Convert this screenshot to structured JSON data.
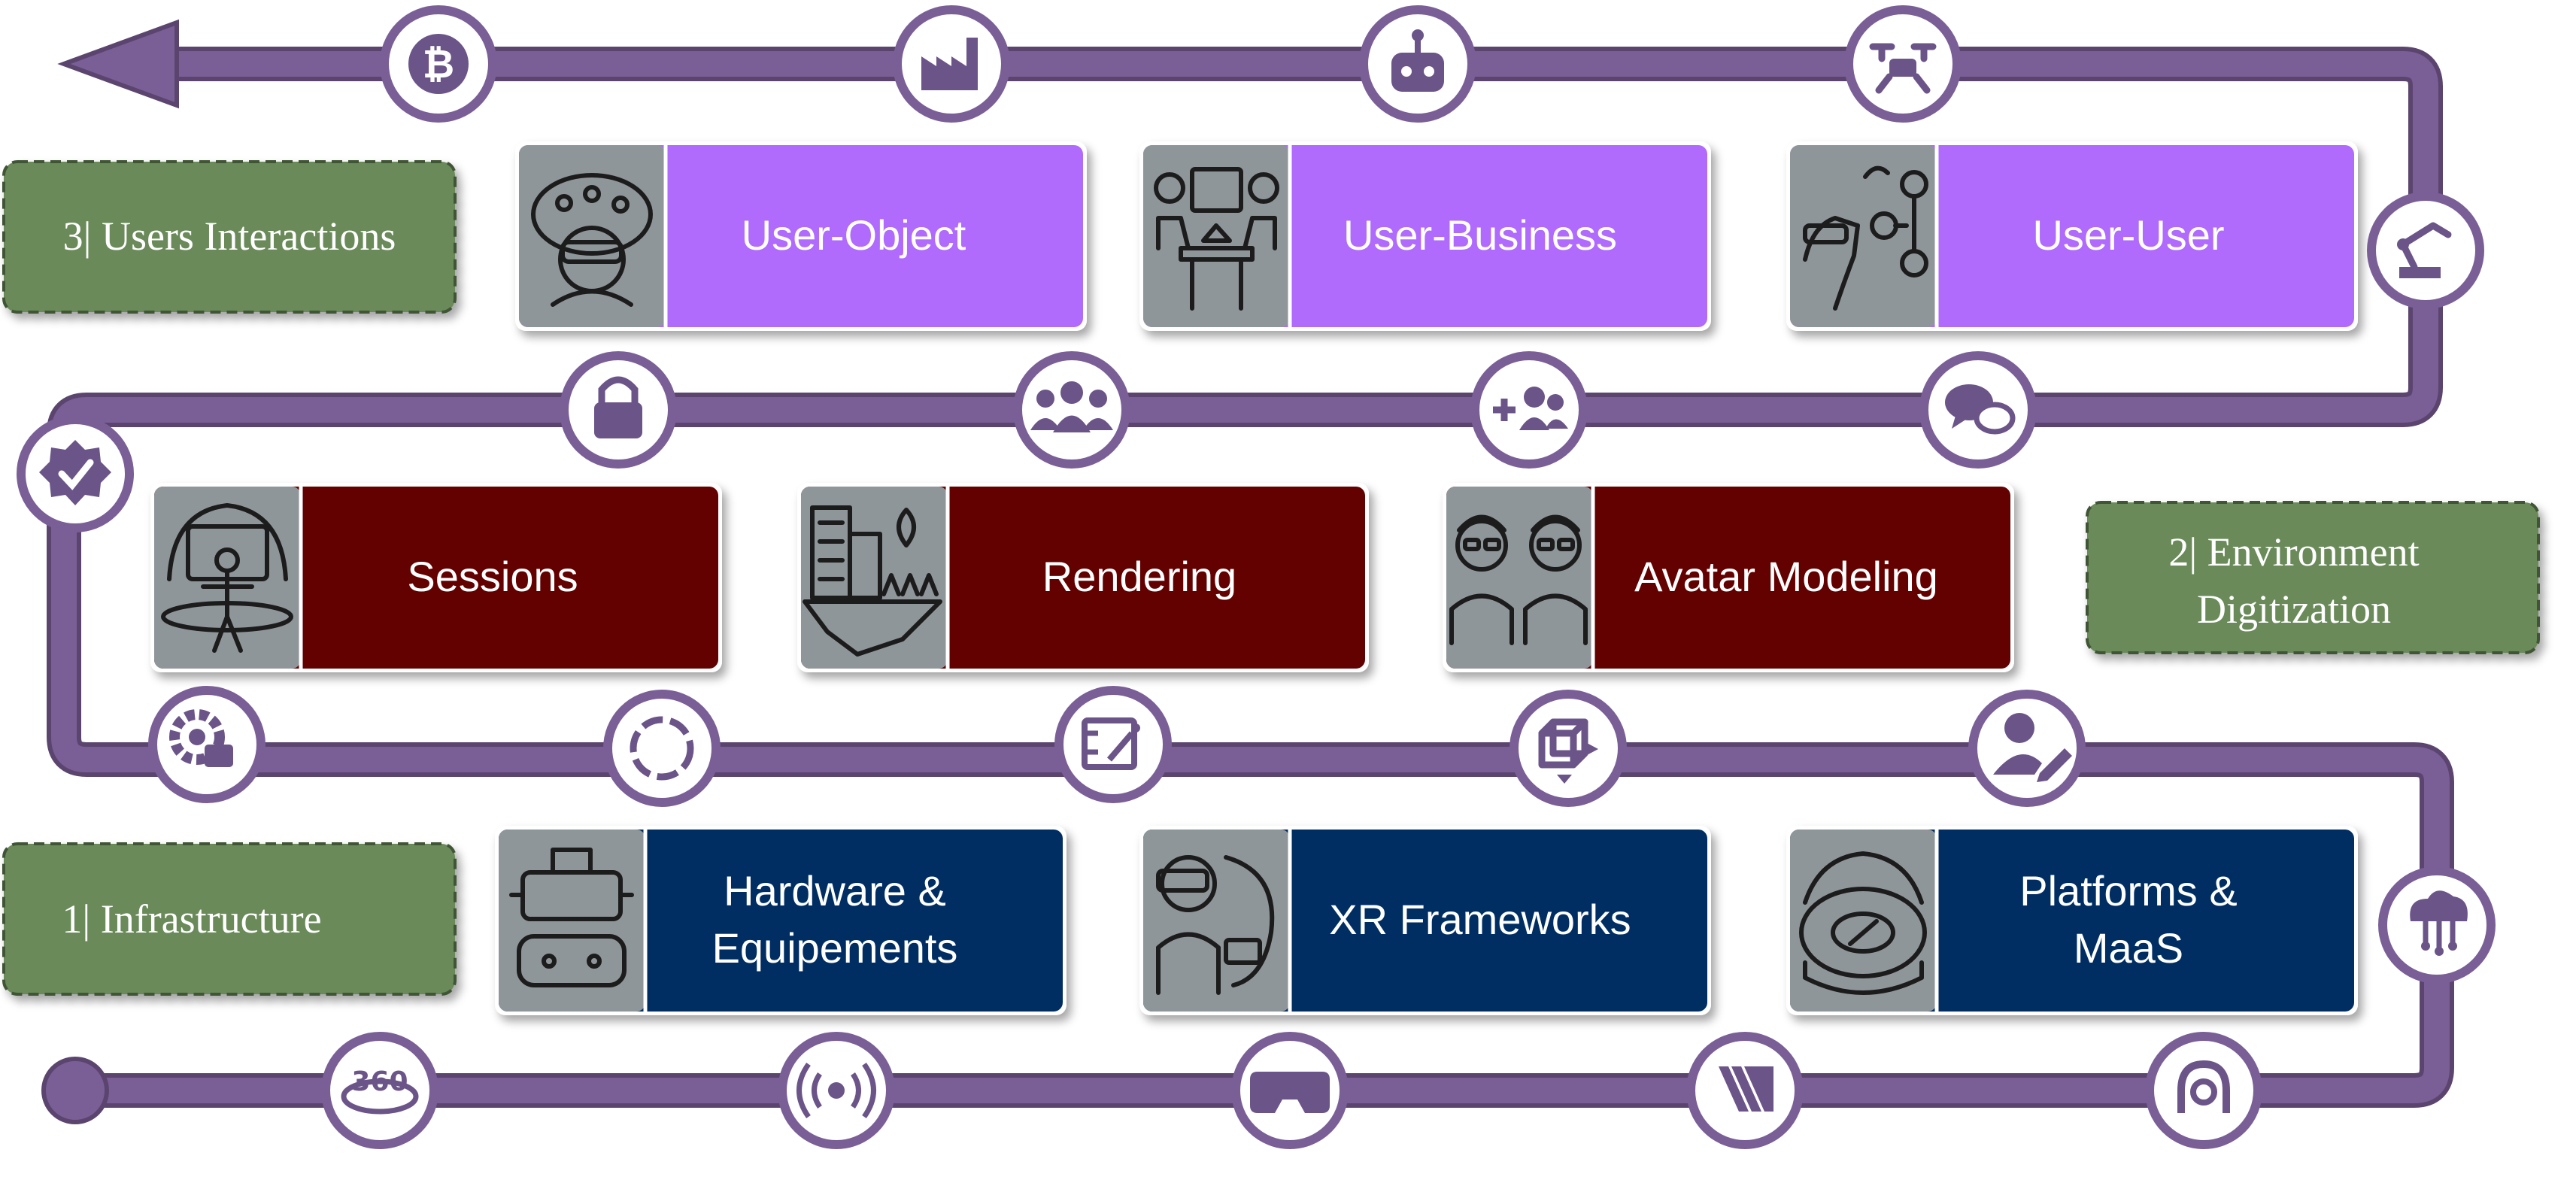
{
  "colors": {
    "path": "#7a5f97",
    "path_edge": "#5b456f",
    "node_ring": "#7a5f97",
    "layer_label_bg": "#6b8a5a",
    "row_user_interactions": "#b06bfc",
    "row_environment": "#640000",
    "row_infrastructure": "#002f62",
    "thumb_bg": "#8f969a"
  },
  "layers": {
    "users_interactions": "3| Users Interactions",
    "environment_line1": "2| Environment",
    "environment_line2": "Digitization",
    "infrastructure": "1| Infrastructure"
  },
  "rows": {
    "users_interactions": [
      {
        "label": "User-Object",
        "icon": "vr-headset-person-icon"
      },
      {
        "label": "User-Business",
        "icon": "business-meeting-icon"
      },
      {
        "label": "User-User",
        "icon": "user-network-icon"
      }
    ],
    "environment": [
      {
        "label": "Sessions",
        "icon": "immersive-session-icon"
      },
      {
        "label": "Rendering",
        "icon": "city-rendering-icon"
      },
      {
        "label": "Avatar Modeling",
        "icon": "avatar-pair-icon"
      }
    ],
    "infrastructure": [
      {
        "line1": "Hardware &",
        "line2": "Equipements",
        "icon": "vr-hardware-icon"
      },
      {
        "label": "XR Frameworks",
        "icon": "xr-framework-icon"
      },
      {
        "line1": "Platforms &",
        "line2": "MaaS",
        "icon": "platform-dashboard-icon"
      }
    ]
  },
  "path_nodes": {
    "top": [
      "bitcoin-icon",
      "factory-icon",
      "robot-icon",
      "drone-icon"
    ],
    "right_upper": "robotic-arm-icon",
    "middle_upper": [
      "lock-icon",
      "group-icon",
      "add-user-icon",
      "chat-icon"
    ],
    "left": "verified-badge-icon",
    "middle_lower": [
      "settings-edit-icon",
      "loading-icon",
      "media-magic-icon",
      "3d-cube-icon",
      "user-edit-icon"
    ],
    "right_lower": "cloud-network-icon",
    "bottom": [
      "360-view-icon",
      "broadcast-icon",
      "vr-glasses-icon",
      "layers-icon",
      "pin-icon"
    ]
  }
}
